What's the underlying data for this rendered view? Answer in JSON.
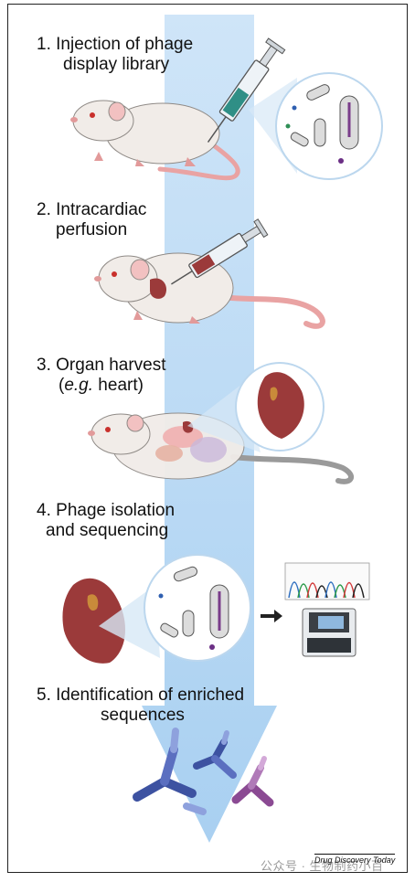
{
  "steps": [
    {
      "number": "1.",
      "line1": "Injection of phage",
      "line2": "display library"
    },
    {
      "number": "2.",
      "line1": "Intracardiac",
      "line2": "perfusion"
    },
    {
      "number": "3.",
      "line1": "Organ harvest",
      "line2_pre": "(",
      "line2_italic": "e.g.",
      "line2_post": " heart)"
    },
    {
      "number": "4.",
      "line1": "Phage isolation",
      "line2": "and sequencing"
    },
    {
      "number": "5.",
      "line1": "Identification of enriched",
      "line2": "sequences"
    }
  ],
  "source_credit": "Drug Discovery Today",
  "watermark": "公众号 · 生物制药小百",
  "colors": {
    "arrow": "#b9daf5",
    "mouse_body": "#f1ece8",
    "mouse_outline": "#8f8a86",
    "tail": "#e9a3a3",
    "heart": "#9b3a3a",
    "antibody_blue": "#3d52a1",
    "antibody_purple": "#8b4a93"
  }
}
